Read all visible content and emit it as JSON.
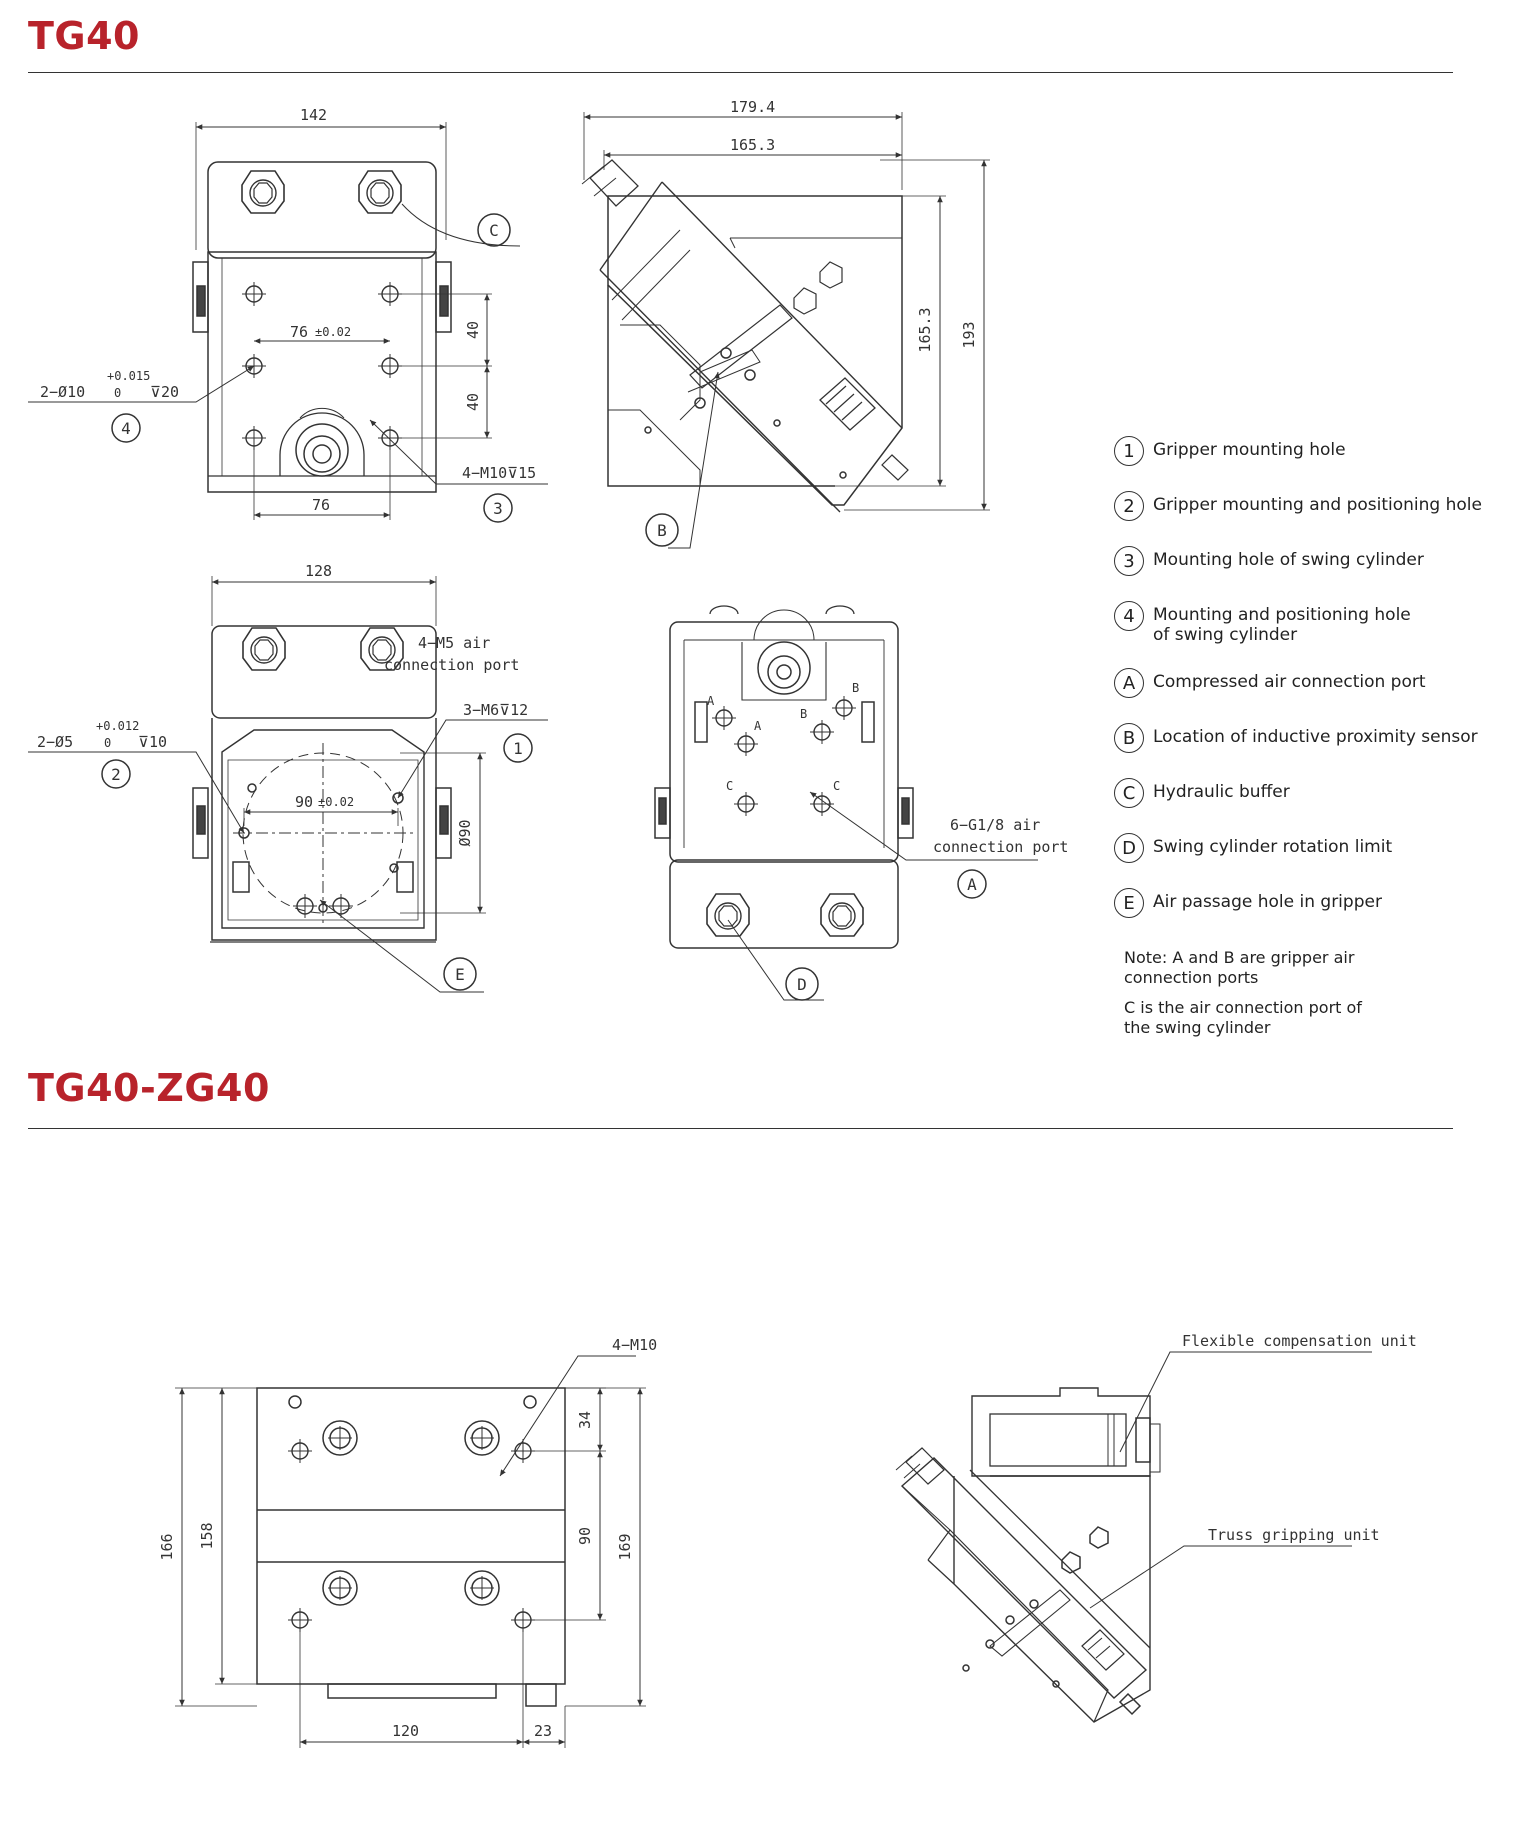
{
  "sections": {
    "tg40_title": "TG40",
    "zg40_title": "TG40-ZG40"
  },
  "legend": [
    {
      "mark": "1",
      "text": "Gripper mounting hole"
    },
    {
      "mark": "2",
      "text": "Gripper mounting and positioning hole"
    },
    {
      "mark": "3",
      "text": "Mounting hole of swing cylinder"
    },
    {
      "mark": "4",
      "text": "Mounting and positioning hole of swing cylinder"
    },
    {
      "mark": "A",
      "text": "Compressed air connection port"
    },
    {
      "mark": "B",
      "text": "Location of inductive proximity sensor"
    },
    {
      "mark": "C",
      "text": "Hydraulic buffer"
    },
    {
      "mark": "D",
      "text": "Swing cylinder rotation limit"
    },
    {
      "mark": "E",
      "text": "Air passage hole in gripper"
    }
  ],
  "notes": [
    "Note: A and B are gripper air connection ports",
    "C is the air connection port of the swing cylinder"
  ],
  "view1": {
    "w142": "142",
    "d76a": "76",
    "tol002a": "±0.02",
    "d40a": "40",
    "d40b": "40",
    "d76b": "76",
    "hole4_a": "2−Ø10",
    "hole4_tol": "+0.015",
    "hole4_zero": "0",
    "hole4_depth": "⊽20",
    "m10": "4−M10⊽15",
    "c4": "4",
    "c3": "3",
    "cC": "C"
  },
  "view2": {
    "w1794": "179.4",
    "w1653": "165.3",
    "h1653": "165.3",
    "h193": "193",
    "cB": "B"
  },
  "view3": {
    "w128": "128",
    "m5a": "4−M5 air",
    "m5b": "connection port",
    "m6": "3−M6⊽12",
    "hole2_a": "2−Ø5",
    "hole2_tol": "+0.012",
    "hole2_zero": "0",
    "hole2_depth": "⊽10",
    "d90": "90",
    "tol002": "±0.02",
    "dia90": "Ø90",
    "c1": "1",
    "c2": "2",
    "cE": "E"
  },
  "view4": {
    "g18a": "6−G1/8 air",
    "g18b": "connection port",
    "cA": "A",
    "cD": "D",
    "pA": "A",
    "pB": "B",
    "pC": "C"
  },
  "view5": {
    "m10": "4−M10",
    "h166": "166",
    "h158": "158",
    "h34": "34",
    "h90": "90",
    "h169": "169",
    "w120": "120",
    "w23": "23"
  },
  "view6": {
    "flex": "Flexible compensation unit",
    "truss": "Truss gripping unit"
  }
}
